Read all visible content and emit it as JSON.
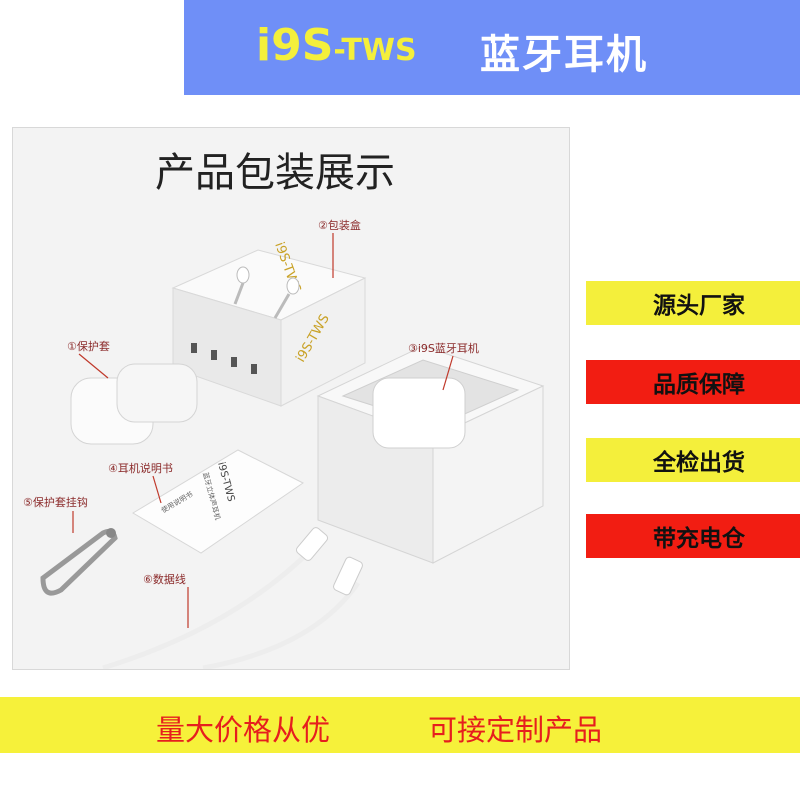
{
  "header": {
    "model_main": "i9S",
    "model_suffix": "-TWS",
    "product_type": "蓝牙耳机"
  },
  "photo": {
    "title": "产品包装展示",
    "labels": {
      "box": "②包装盒",
      "case": "①保护套",
      "earbuds": "③i9S蓝牙耳机",
      "manual": "④耳机说明书",
      "hook": "⑤保护套挂钩",
      "cable": "⑥数据线"
    },
    "box_print": "i9S-TWS",
    "manual_print": "i9S-TWS",
    "manual_sub": "蓝牙立体声耳机",
    "manual_foot": "使用说明书"
  },
  "badges": [
    {
      "label": "源头厂家",
      "color": "#f4ef3b"
    },
    {
      "label": "品质保障",
      "color": "#f21d12"
    },
    {
      "label": "全检出货",
      "color": "#f4ef3b"
    },
    {
      "label": "带充电仓",
      "color": "#f21d12"
    }
  ],
  "footer": {
    "left": "量大价格从优",
    "right": "可接定制产品"
  }
}
